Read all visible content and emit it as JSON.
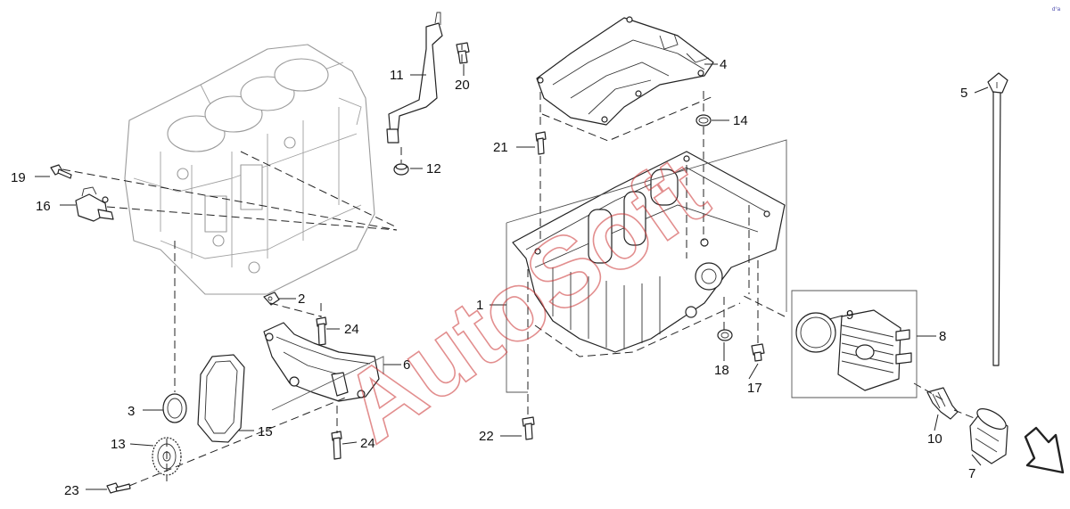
{
  "callouts": [
    {
      "id": "c1",
      "label": "1"
    },
    {
      "id": "c2",
      "label": "2"
    },
    {
      "id": "c3",
      "label": "3"
    },
    {
      "id": "c4",
      "label": "4"
    },
    {
      "id": "c5",
      "label": "5"
    },
    {
      "id": "c6",
      "label": "6"
    },
    {
      "id": "c7",
      "label": "7"
    },
    {
      "id": "c8",
      "label": "8"
    },
    {
      "id": "c9",
      "label": "9"
    },
    {
      "id": "c10",
      "label": "10"
    },
    {
      "id": "c11",
      "label": "11"
    },
    {
      "id": "c12",
      "label": "12"
    },
    {
      "id": "c13",
      "label": "13"
    },
    {
      "id": "c14",
      "label": "14"
    },
    {
      "id": "c15",
      "label": "15"
    },
    {
      "id": "c16",
      "label": "16"
    },
    {
      "id": "c17",
      "label": "17"
    },
    {
      "id": "c18",
      "label": "18"
    },
    {
      "id": "c19",
      "label": "19"
    },
    {
      "id": "c20",
      "label": "20"
    },
    {
      "id": "c21",
      "label": "21"
    },
    {
      "id": "c22",
      "label": "22"
    },
    {
      "id": "c23",
      "label": "23"
    },
    {
      "id": "c24a",
      "label": "24"
    },
    {
      "id": "c24b",
      "label": "24"
    }
  ],
  "watermark": {
    "text": "AutoSoft"
  },
  "corner_mark": {
    "text": "d°a"
  },
  "colors": {
    "line": "#222222",
    "ghost": "#9a9a9a",
    "watermark": "#cc3333"
  },
  "icons": {
    "direction_arrow": "front-direction-arrow-icon"
  }
}
